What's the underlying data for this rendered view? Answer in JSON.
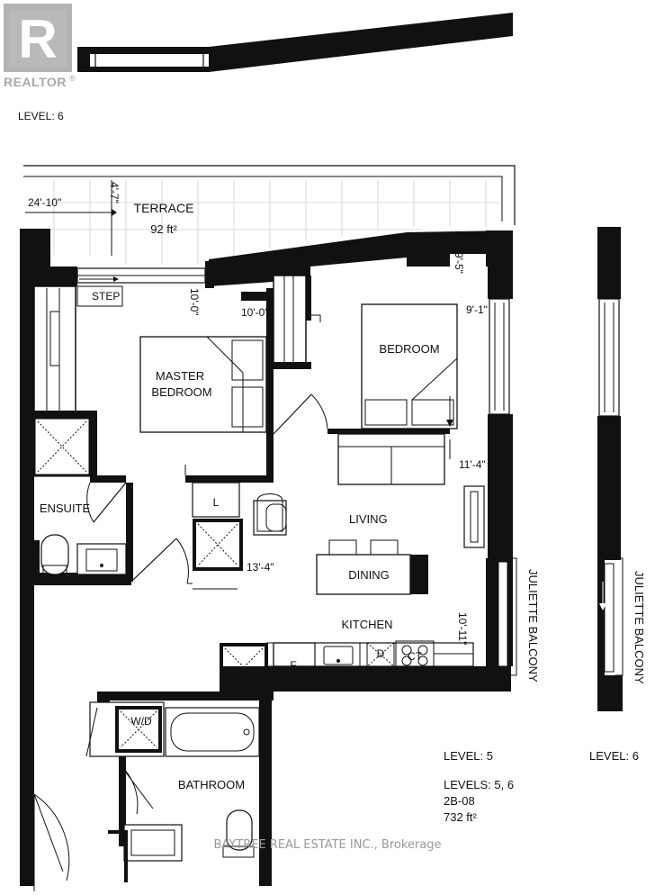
{
  "brand": {
    "logo_text": "REALTOR",
    "logo_mark": "R",
    "registered": "®"
  },
  "levels": {
    "top_level": "LEVEL: 6",
    "plan_level": "LEVEL: 5",
    "side_level": "LEVEL: 6",
    "unit_levels": "LEVELS: 5, 6",
    "unit_code": "2B-08",
    "unit_area": "732 ft²"
  },
  "rooms": {
    "terrace": "TERRACE",
    "terrace_area": "92 ft²",
    "step": "STEP",
    "master_1": "MASTER",
    "master_2": "BEDROOM",
    "bedroom": "BEDROOM",
    "ensuite": "ENSUITE",
    "living": "LIVING",
    "dining": "DINING",
    "kitchen": "KITCHEN",
    "bathroom": "BATHROOM",
    "juliette_1": "JULIETTE BALCONY",
    "juliette_2": "JULIETTE BALCONY"
  },
  "fixtures": {
    "linen": "L",
    "fridge": "F",
    "dishwasher": "D",
    "cooktop": "CT",
    "washer_dryer": "W/D"
  },
  "dimensions": {
    "terrace_width": "24'-10\"",
    "terrace_depth": "4'-7\"",
    "master_width": "10'-0\"",
    "master_depth": "10'-0\"",
    "bedroom_depth": "9'-5\"",
    "bedroom_width": "9'-1\"",
    "living_width": "11'-4\"",
    "living_depth": "13'-4\"",
    "kitchen_width": "10'-11\""
  },
  "watermark": "BAYTREE REAL ESTATE INC., Brokerage"
}
